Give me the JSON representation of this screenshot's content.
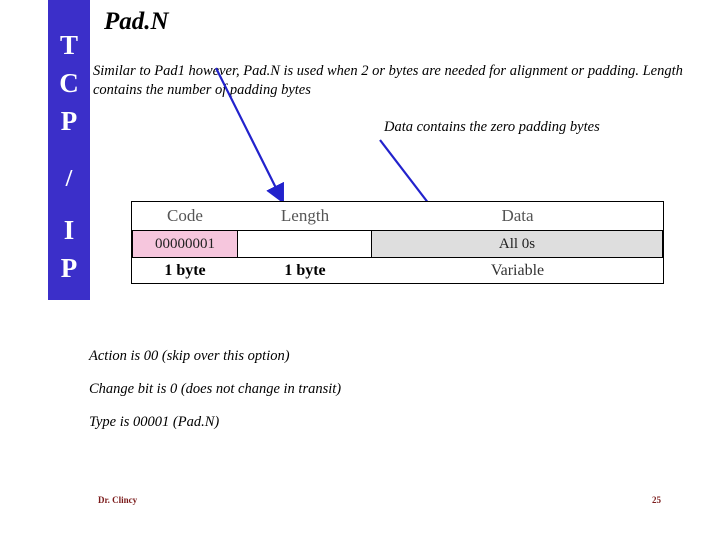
{
  "slide": {
    "title": "Pad.N",
    "sidebar_letters": [
      "T",
      "C",
      "P",
      "/",
      "I",
      "P"
    ],
    "sidebar_color": "#3b2fc9",
    "paragraph1": "Similar to Pad1 however, Pad.N is used when 2 or bytes are needed for alignment or padding. Length contains the number of padding bytes",
    "paragraph2": "Data contains the zero padding bytes",
    "notes": [
      "Action is 00 (skip over this option)",
      "Change bit is 0 (does not change in transit)",
      "Type is 00001 (Pad.N)"
    ],
    "footer": {
      "author": "Dr. Clincy",
      "page": "25"
    }
  },
  "diagram": {
    "headers": [
      "Code",
      "Length",
      "Data"
    ],
    "values": [
      "00000001",
      "",
      "All 0s"
    ],
    "footers": [
      "1 byte",
      "1 byte",
      "Variable"
    ],
    "colors": {
      "code_cell": "#f6c6dd",
      "length_cell": "#ffffff",
      "data_cell": "#dedede",
      "border": "#000000"
    }
  },
  "arrows": {
    "color": "#2222cc",
    "count": 2
  }
}
